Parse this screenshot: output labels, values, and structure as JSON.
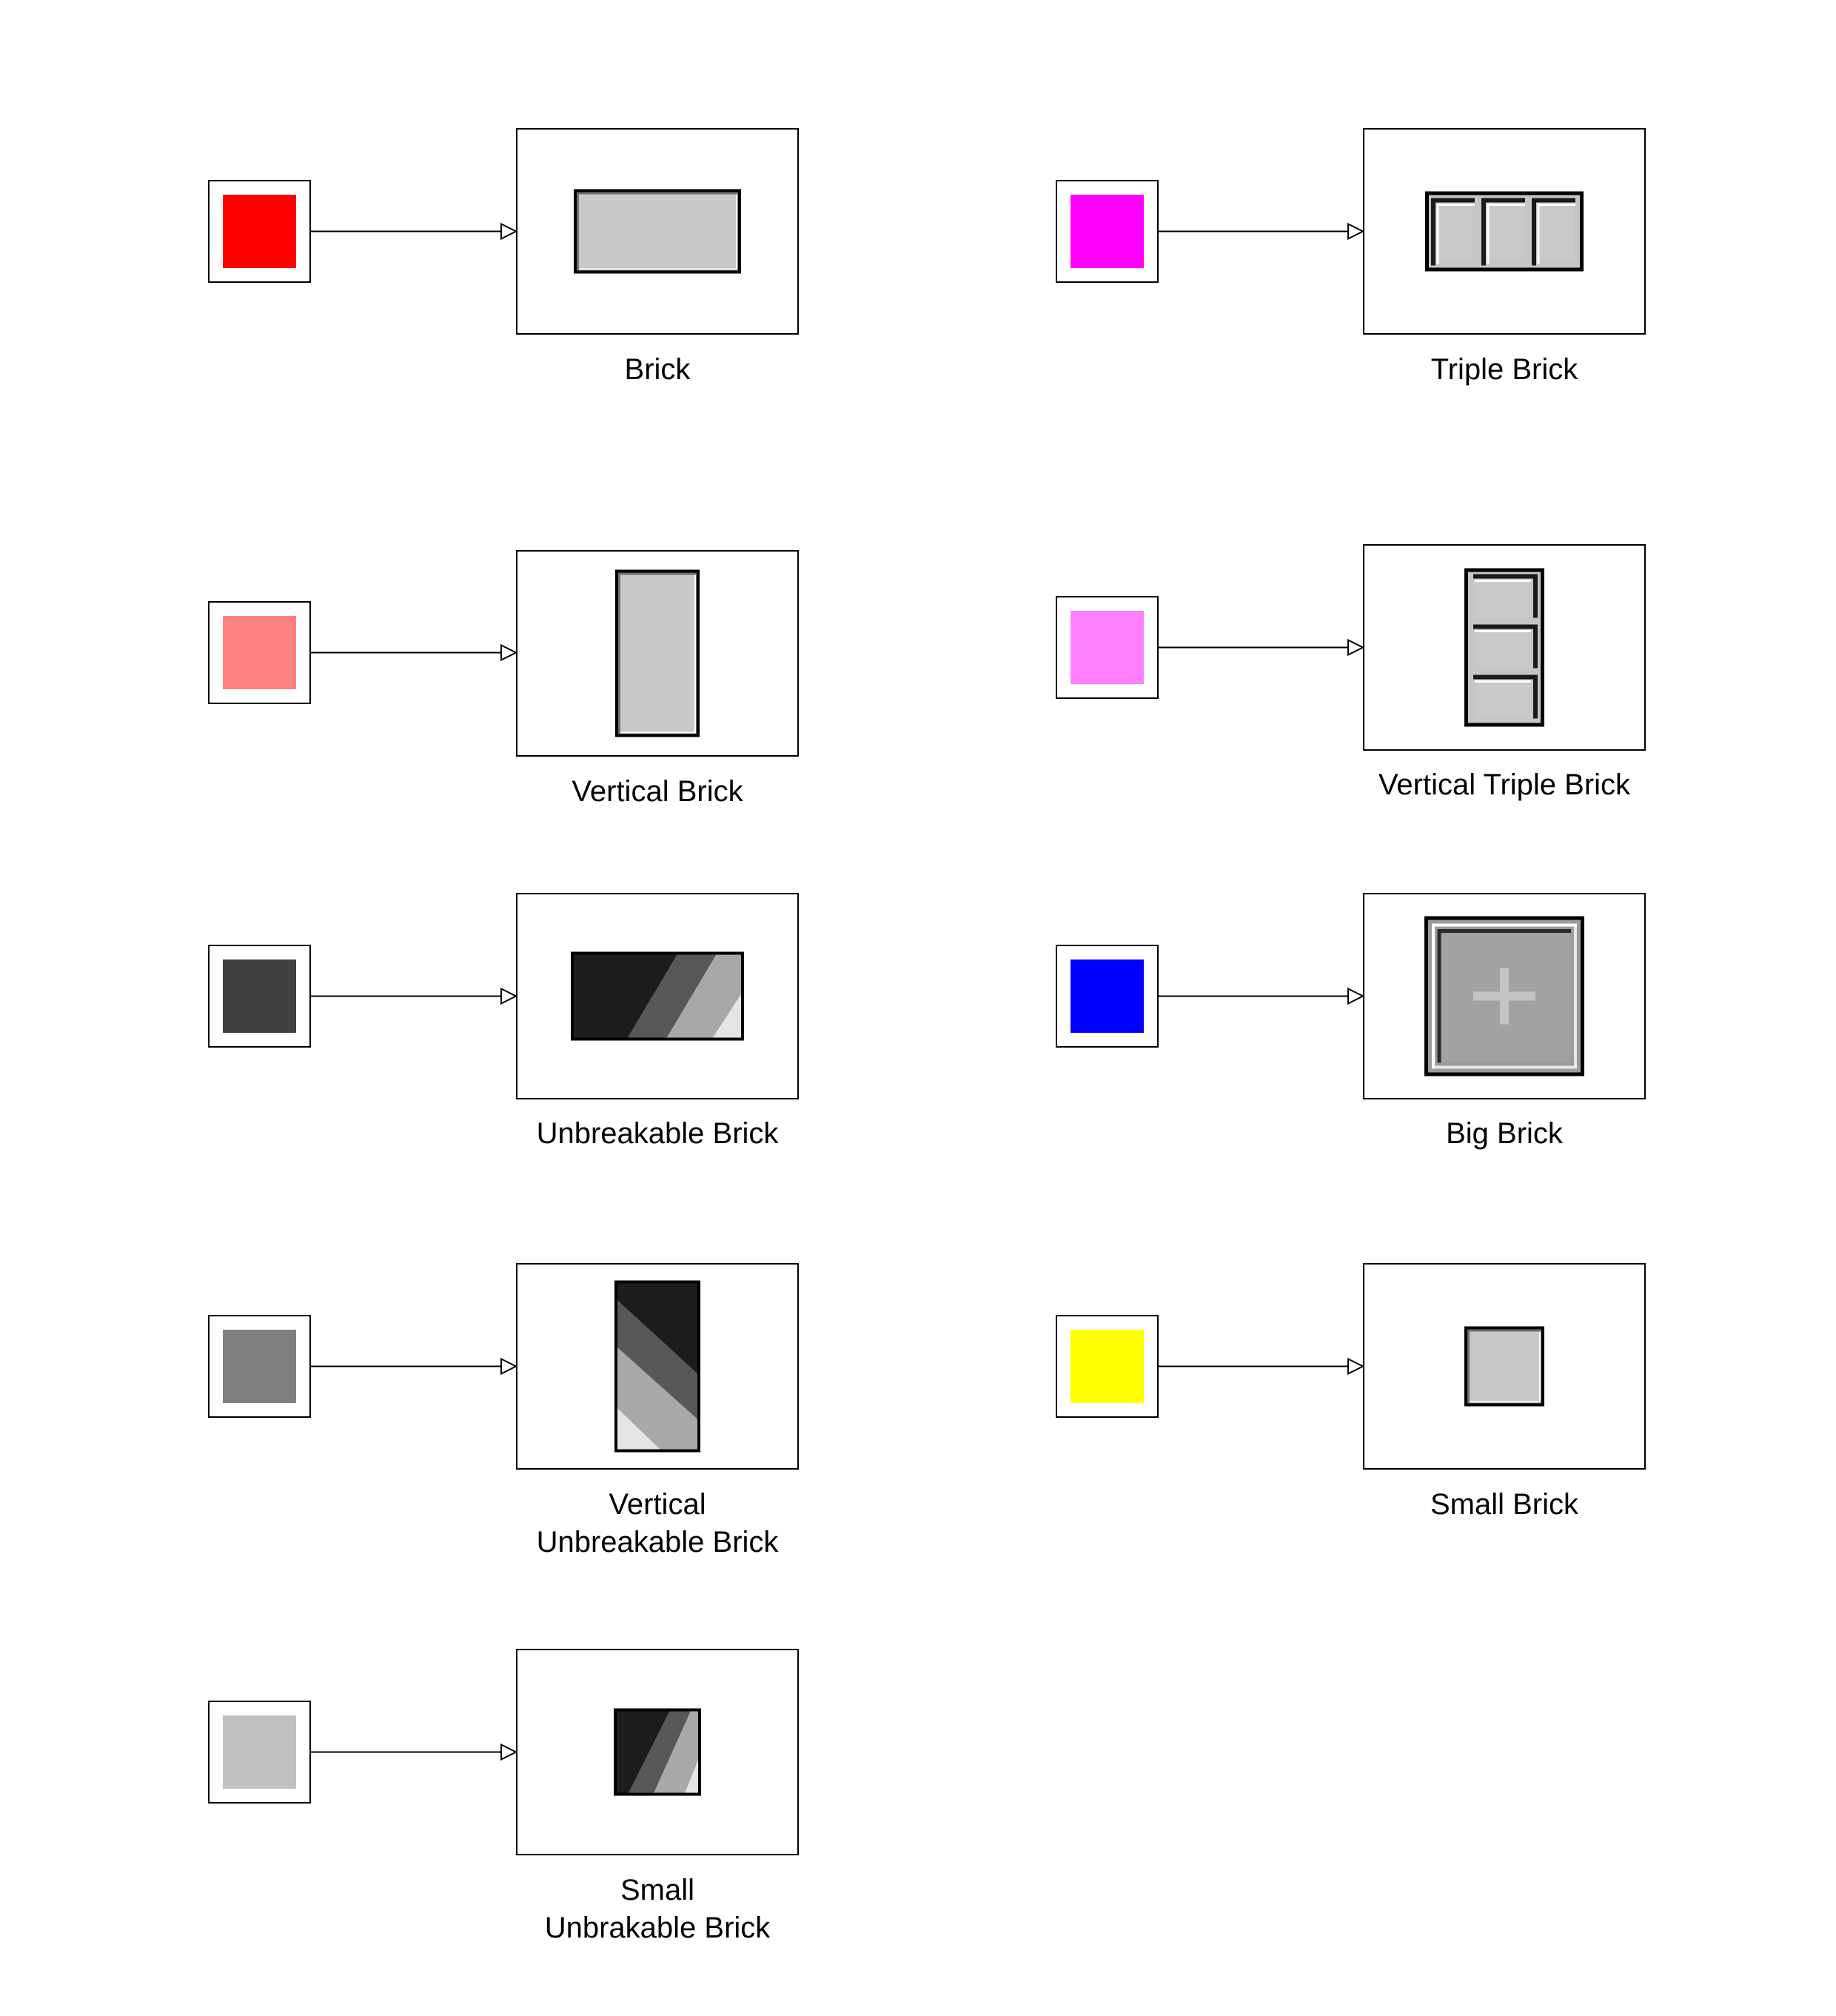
{
  "mappings": [
    {
      "id": "brick",
      "color": "#ff0000",
      "label_lines": [
        "Brick"
      ],
      "icon": "brick-icon"
    },
    {
      "id": "triple-brick",
      "color": "#ff00ff",
      "label_lines": [
        "Triple Brick"
      ],
      "icon": "triple-brick-icon"
    },
    {
      "id": "vertical-brick",
      "color": "#ff8080",
      "label_lines": [
        "Vertical Brick"
      ],
      "icon": "vertical-brick-icon"
    },
    {
      "id": "vertical-triple-brick",
      "color": "#ff80ff",
      "label_lines": [
        "Vertical Triple Brick"
      ],
      "icon": "vertical-triple-brick-icon"
    },
    {
      "id": "unbreakable-brick",
      "color": "#404040",
      "label_lines": [
        "Unbreakable Brick"
      ],
      "icon": "unbreakable-brick-icon"
    },
    {
      "id": "big-brick",
      "color": "#0000ff",
      "label_lines": [
        "Big Brick"
      ],
      "icon": "big-brick-icon"
    },
    {
      "id": "vertical-unbreakable-brick",
      "color": "#808080",
      "label_lines": [
        "Vertical",
        "Unbreakable Brick"
      ],
      "icon": "vertical-unbreakable-brick-icon"
    },
    {
      "id": "small-brick",
      "color": "#ffff00",
      "label_lines": [
        "Small Brick"
      ],
      "icon": "small-brick-icon"
    },
    {
      "id": "small-unbrakable-brick",
      "color": "#c0c0c0",
      "label_lines": [
        "Small",
        "Unbrakable Brick"
      ],
      "icon": "small-unbreakable-brick-icon"
    }
  ]
}
